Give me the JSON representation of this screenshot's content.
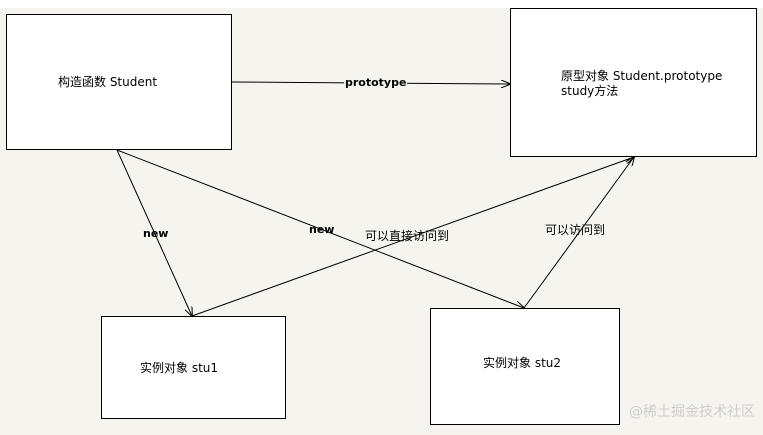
{
  "nodes": {
    "constructor": {
      "label": "构造函数 Student"
    },
    "prototype": {
      "line1": "原型对象 Student.prototype",
      "line2": "study方法"
    },
    "stu1": {
      "label": "实例对象 stu1"
    },
    "stu2": {
      "label": "实例对象 stu2"
    }
  },
  "edges": {
    "prototype": "prototype",
    "new_left": "new",
    "new_cross": "new",
    "direct_access": "可以直接访问到",
    "access": "可以访问到"
  },
  "watermark": "@稀土掘金技术社区"
}
